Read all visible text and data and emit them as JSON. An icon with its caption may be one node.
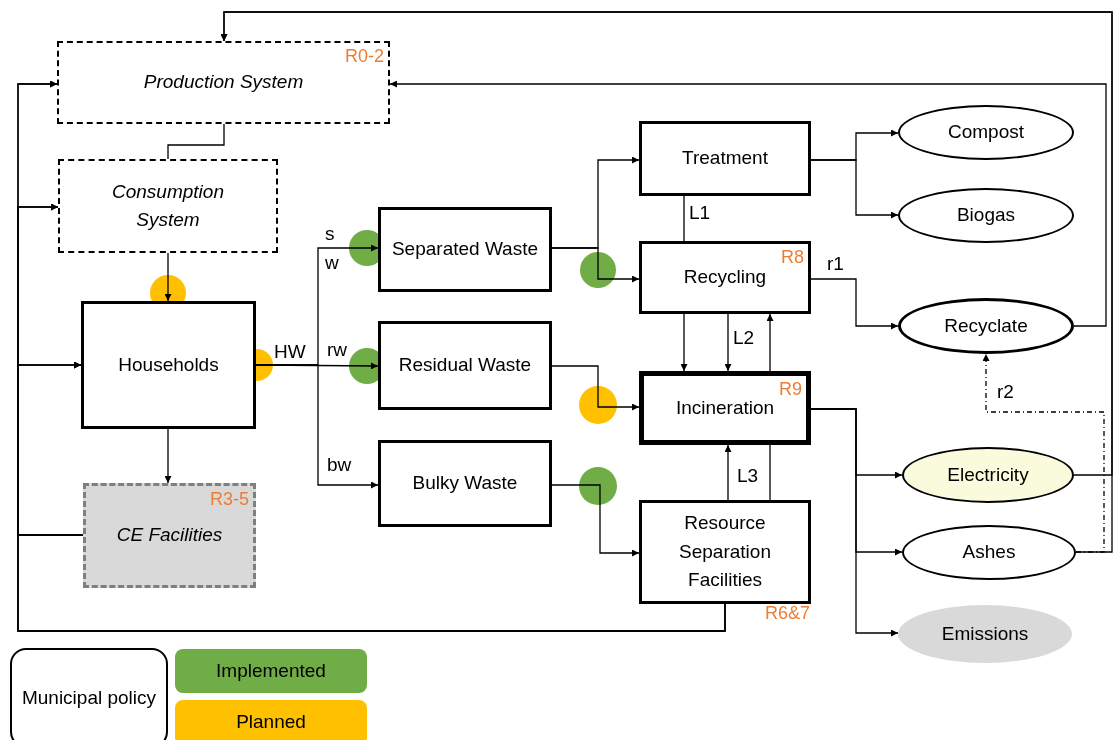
{
  "diagram": {
    "nodes": [
      {
        "text": [
          "R0-2",
          "Production System"
        ]
      },
      {
        "text": [
          "Consumption System"
        ]
      },
      {
        "text": [
          "Households"
        ]
      },
      {
        "text": [
          "R3-5",
          "CE Facilities"
        ]
      },
      {
        "text": [
          "Separated Waste"
        ]
      },
      {
        "text": [
          "Residual Waste"
        ]
      },
      {
        "text": [
          "Bulky Waste"
        ]
      },
      {
        "text": [
          "Treatment"
        ]
      },
      {
        "text": [
          "R8",
          "Recycling"
        ]
      },
      {
        "text": [
          "R9",
          "Incineration"
        ]
      },
      {
        "text": [
          "Resource Separation Facilities"
        ],
        "beside": [
          "R6&7"
        ]
      },
      {
        "text": [
          "Compost"
        ]
      },
      {
        "text": [
          "Biogas"
        ]
      },
      {
        "text": [
          "Recyclate"
        ]
      },
      {
        "text": [
          "Electricity"
        ]
      },
      {
        "text": [
          "Ashes"
        ]
      },
      {
        "text": [
          "Emissions"
        ]
      },
      {
        "text": [
          "Municipal policy"
        ]
      }
    ],
    "edges": [
      {
        "from": 0,
        "to": 1,
        "arrow": "none"
      },
      {
        "from": 1,
        "to": 2,
        "arrow": "to"
      },
      {
        "from": 2,
        "to": 3,
        "arrow": "to"
      },
      {
        "from": 2,
        "to": 4,
        "arrow": "to"
      },
      {
        "from": 2,
        "to": 5,
        "arrow": "to",
        "label": "rw"
      },
      {
        "from": 2,
        "to": 6,
        "arrow": "to",
        "label": "bw"
      },
      {
        "from": 4,
        "to": 7,
        "arrow": "to"
      },
      {
        "from": 4,
        "to": 8,
        "arrow": "to"
      },
      {
        "from": 5,
        "to": 9,
        "arrow": "to"
      },
      {
        "from": 6,
        "to": 10,
        "arrow": "to"
      },
      {
        "from": 7,
        "to": 8,
        "arrow": "none",
        "label": "L1"
      },
      {
        "from": 8,
        "to": 9,
        "arrow": "to"
      },
      {
        "from": 8,
        "to": 9,
        "arrow": "to",
        "label": "L2"
      },
      {
        "from": 9,
        "to": 8,
        "arrow": "to"
      },
      {
        "from": 10,
        "to": 9,
        "arrow": "to",
        "label": "L3"
      },
      {
        "from": 10,
        "to": 9,
        "arrow": "none"
      },
      {
        "from": 7,
        "to": 11,
        "arrow": "to"
      },
      {
        "from": 7,
        "to": 12,
        "arrow": "to"
      },
      {
        "from": 8,
        "to": 13,
        "arrow": "to",
        "label": "r1"
      },
      {
        "from": 9,
        "to": 14,
        "arrow": "to"
      },
      {
        "from": 9,
        "to": 15,
        "arrow": "to"
      },
      {
        "from": 9,
        "to": 16,
        "arrow": "to"
      },
      {
        "from": 15,
        "to": 13,
        "arrow": "to",
        "label": "r2",
        "style": "dashed"
      },
      {
        "from": 13,
        "to": 0,
        "arrow": "to"
      },
      {
        "from": 14,
        "to": 0,
        "arrow": "to"
      },
      {
        "from": 15,
        "to": 0,
        "arrow": "to"
      },
      {
        "from": 10,
        "to": 0,
        "arrow": "to"
      },
      {
        "from": 10,
        "to": 1,
        "arrow": "to"
      },
      {
        "from": 10,
        "to": 2,
        "arrow": "to"
      },
      {
        "from": 3,
        "to": 0,
        "arrow": "to"
      },
      {
        "from": 3,
        "to": 1,
        "arrow": "to"
      },
      {
        "from": 3,
        "to": 2,
        "arrow": "to"
      }
    ],
    "labels": [
      "HW",
      "s",
      "w"
    ],
    "legend": [
      {
        "text": "Implemented",
        "color": "#70ad47"
      },
      {
        "text": "Planned",
        "color": "#ffc000"
      }
    ]
  }
}
